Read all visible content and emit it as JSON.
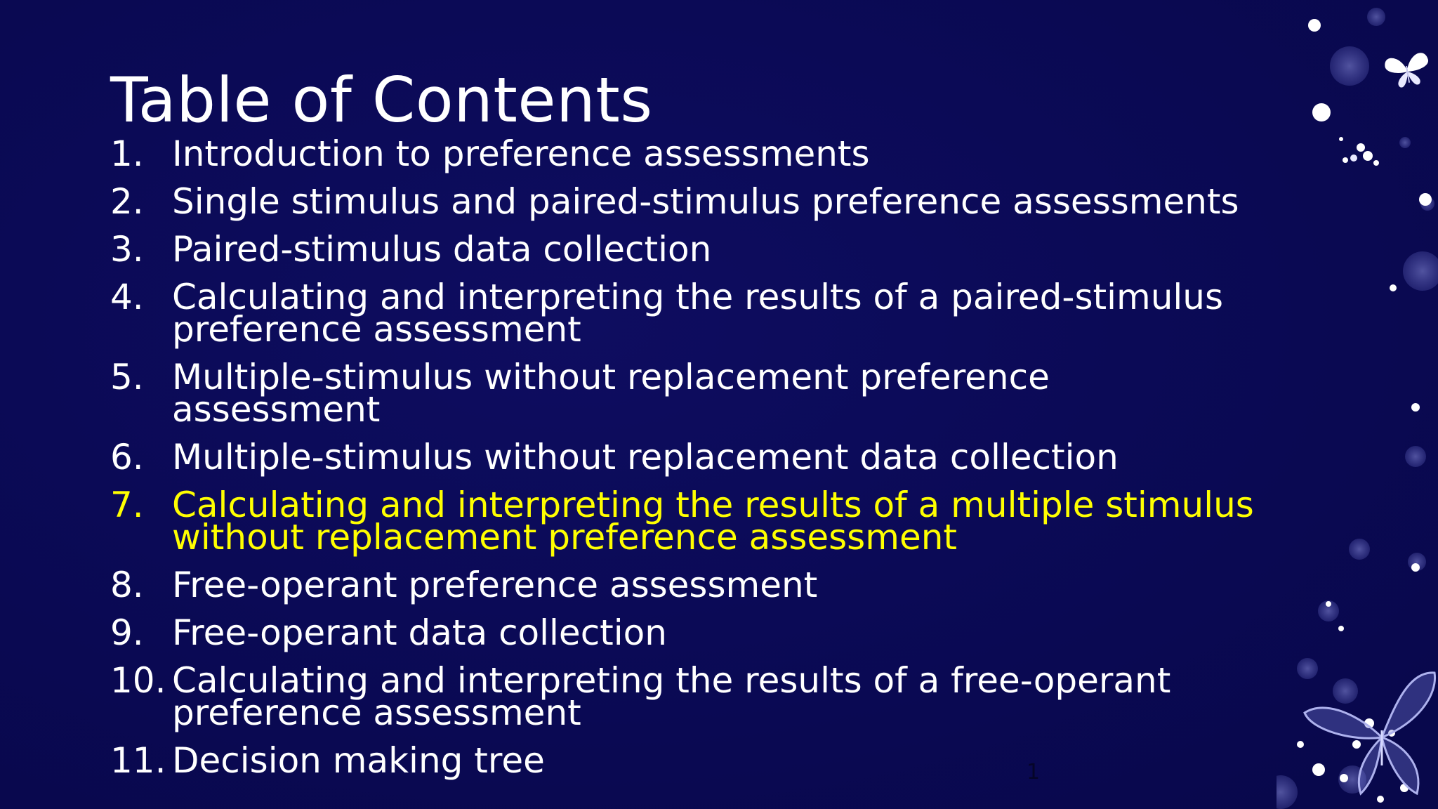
{
  "slide": {
    "title": "Table of Contents",
    "page_number": "1",
    "items": [
      {
        "number": "1.",
        "text": "Introduction to preference assessments",
        "highlighted": false
      },
      {
        "number": "2.",
        "text": "Single stimulus and paired-stimulus preference assessments",
        "highlighted": false
      },
      {
        "number": "3.",
        "text": "Paired-stimulus data collection",
        "highlighted": false
      },
      {
        "number": "4.",
        "text": "Calculating and interpreting the results of a paired-stimulus preference assessment",
        "highlighted": false
      },
      {
        "number": "5.",
        "text": "Multiple-stimulus without replacement preference assessment",
        "highlighted": false
      },
      {
        "number": "6.",
        "text": "Multiple-stimulus without replacement data collection",
        "highlighted": false
      },
      {
        "number": "7.",
        "text": "Calculating and interpreting the results of a multiple stimulus without replacement preference assessment",
        "highlighted": true
      },
      {
        "number": "8.",
        "text": "Free-operant preference assessment",
        "highlighted": false
      },
      {
        "number": "9.",
        "text": "Free-operant data collection",
        "highlighted": false
      },
      {
        "number": "10.",
        "text": "Calculating and interpreting the results of a free-operant preference assessment",
        "highlighted": false
      },
      {
        "number": "11.",
        "text": "Decision making tree",
        "highlighted": false
      }
    ],
    "colors": {
      "background": "#0b0a57",
      "text": "#ffffff",
      "highlight": "#ffff00",
      "butterfly_outline": "#aeb2ee"
    },
    "decorations": [
      "bubbles",
      "butterfly-icon",
      "butterfly-outline-icon"
    ]
  }
}
